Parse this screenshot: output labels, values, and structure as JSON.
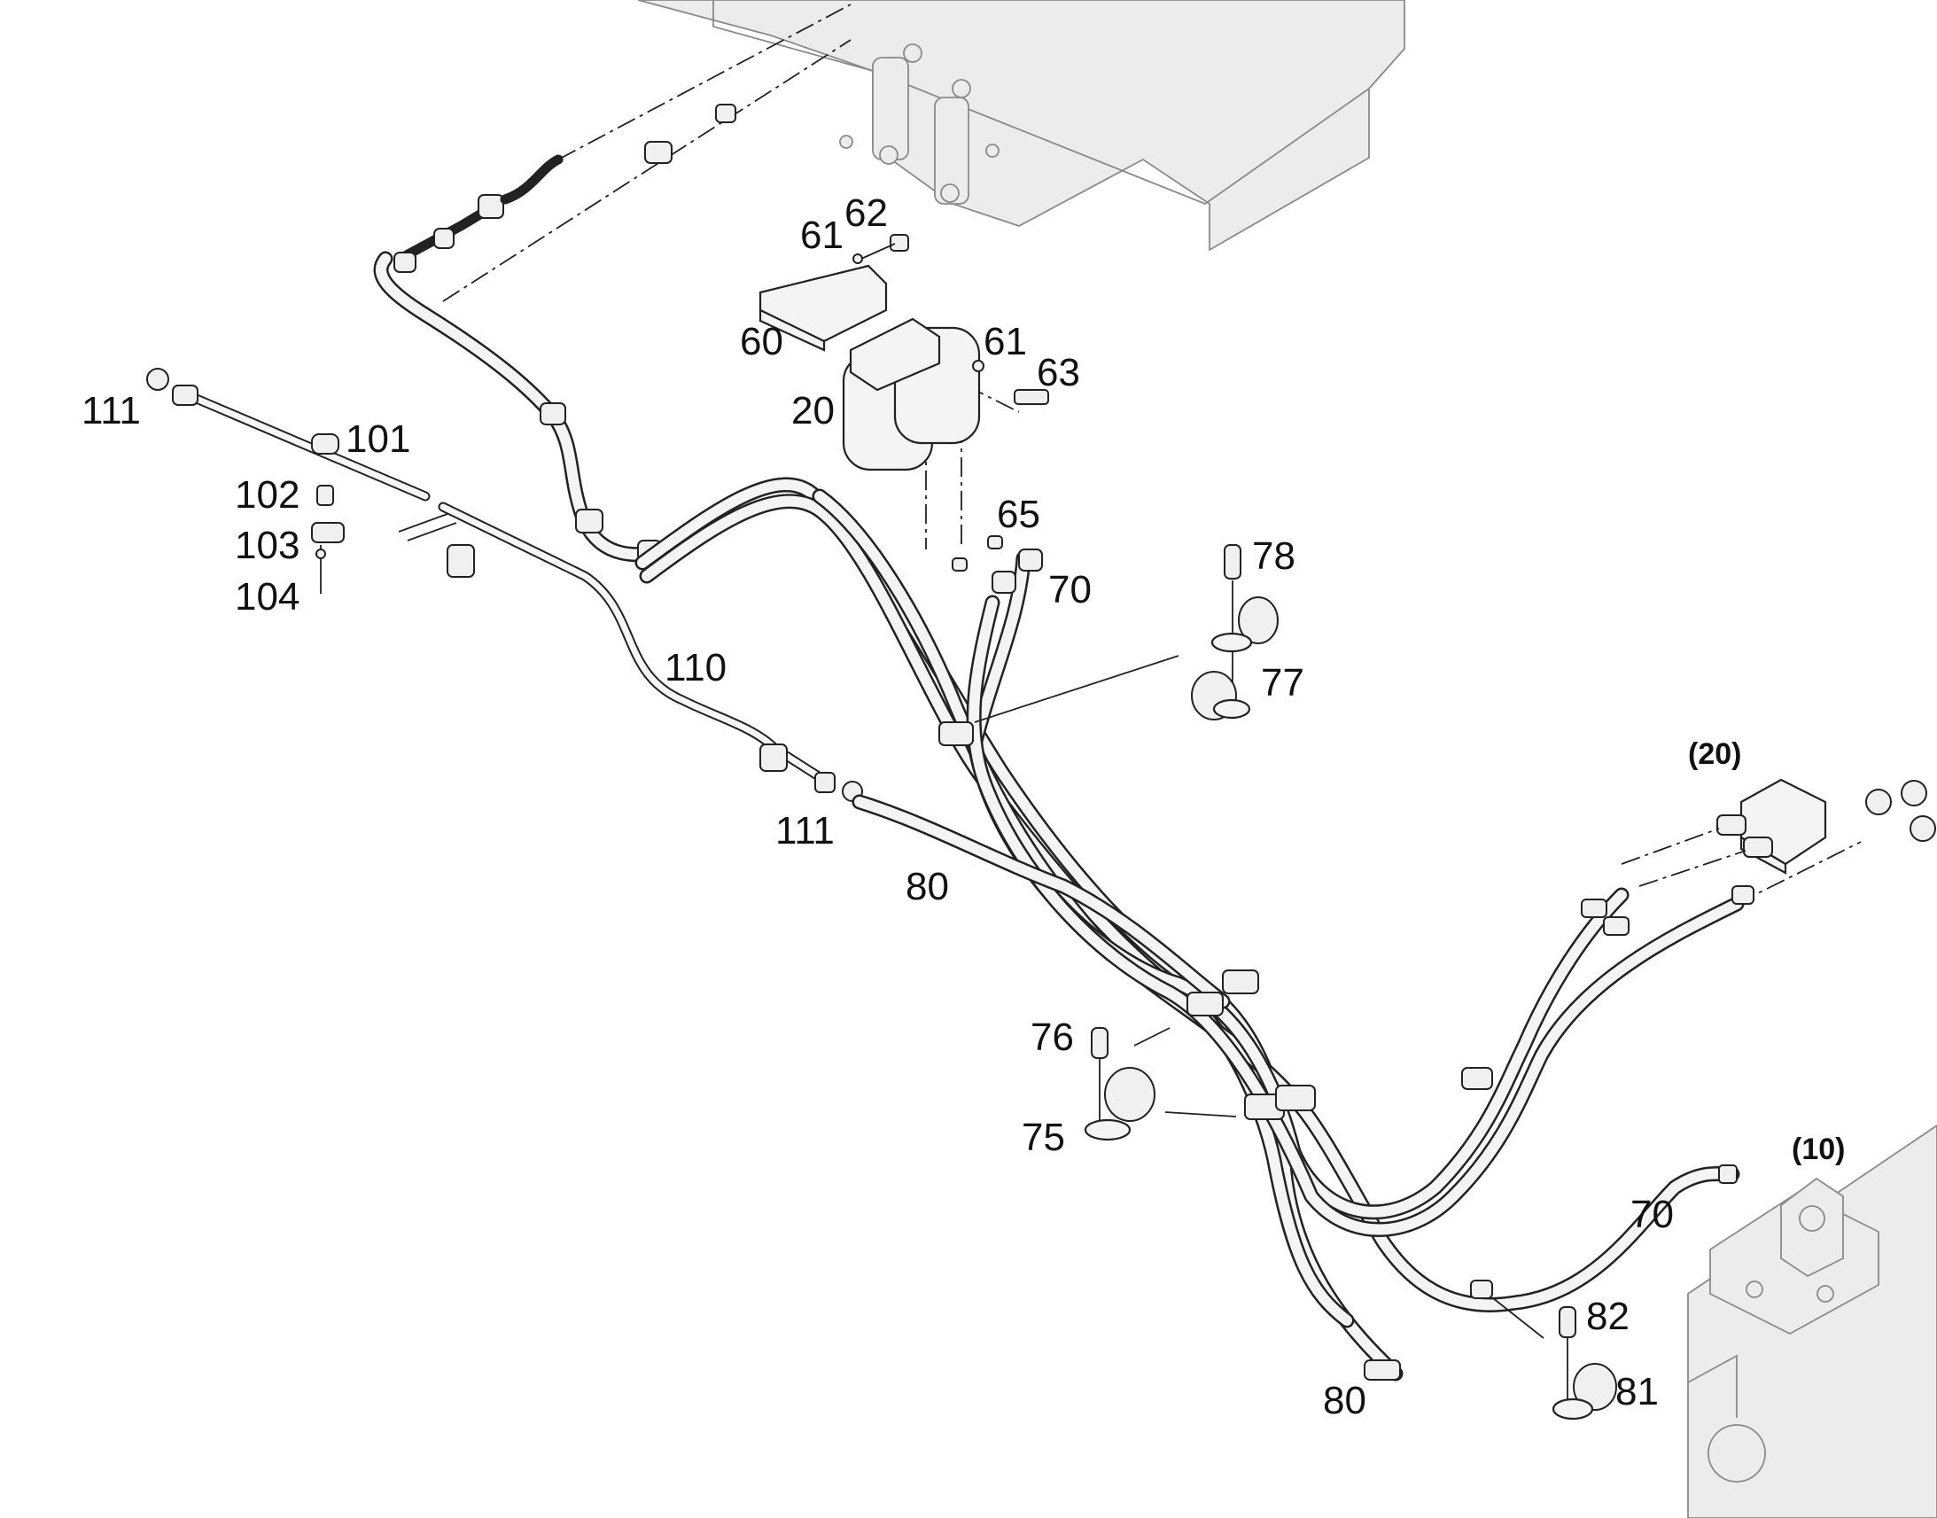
{
  "callouts": [
    {
      "id": "c60",
      "text": "60"
    },
    {
      "id": "c61a",
      "text": "61"
    },
    {
      "id": "c62",
      "text": "62"
    },
    {
      "id": "c61b",
      "text": "61"
    },
    {
      "id": "c63",
      "text": "63"
    },
    {
      "id": "c20",
      "text": "20"
    },
    {
      "id": "c65",
      "text": "65"
    },
    {
      "id": "c70a",
      "text": "70"
    },
    {
      "id": "c78",
      "text": "78"
    },
    {
      "id": "c77",
      "text": "77"
    },
    {
      "id": "c111a",
      "text": "111"
    },
    {
      "id": "c101",
      "text": "101"
    },
    {
      "id": "c102",
      "text": "102"
    },
    {
      "id": "c103",
      "text": "103"
    },
    {
      "id": "c104",
      "text": "104"
    },
    {
      "id": "c110",
      "text": "110"
    },
    {
      "id": "c111b",
      "text": "111"
    },
    {
      "id": "c80a",
      "text": "80"
    },
    {
      "id": "c76",
      "text": "76"
    },
    {
      "id": "c75",
      "text": "75"
    },
    {
      "id": "c70b",
      "text": "70"
    },
    {
      "id": "c80b",
      "text": "80"
    },
    {
      "id": "c82",
      "text": "82"
    },
    {
      "id": "c81",
      "text": "81"
    }
  ],
  "assembly_refs": [
    {
      "id": "r20",
      "text": "(20)"
    },
    {
      "id": "r10",
      "text": "(10)"
    }
  ],
  "colors": {
    "line": "#222222",
    "background": "#ffffff",
    "context_part": "#8a8a8a"
  }
}
